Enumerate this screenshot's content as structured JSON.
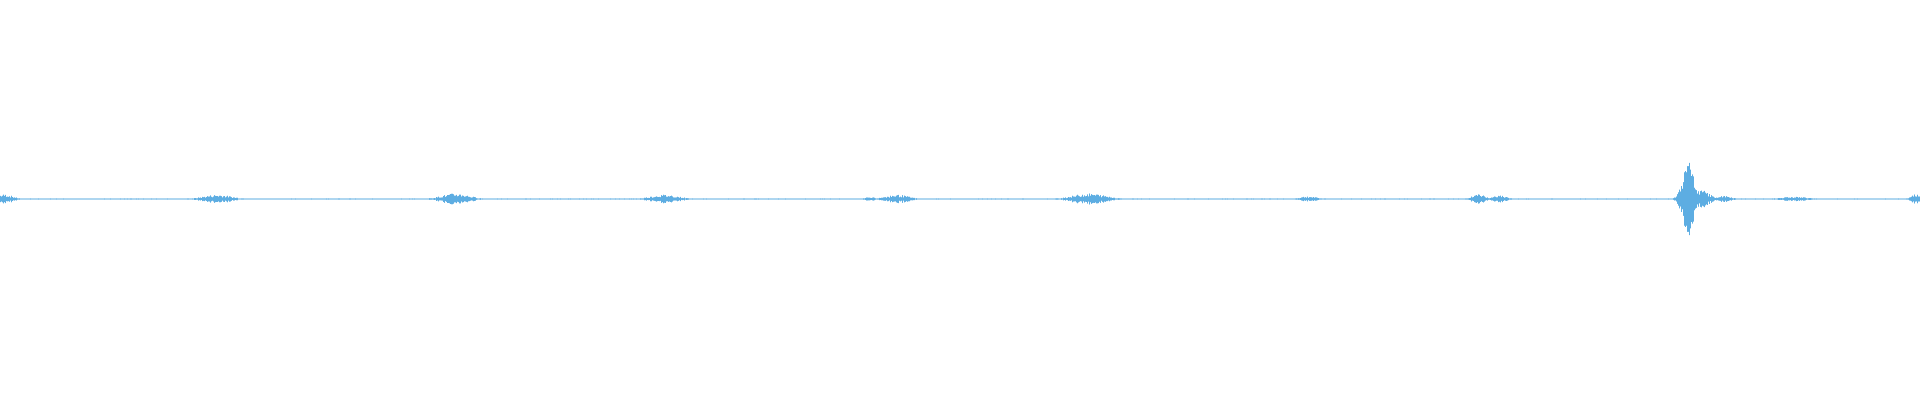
{
  "waveform": {
    "color": "#5dade2",
    "baseline_amplitude": 0.012,
    "duration_fraction_events": [
      {
        "t": 0.002,
        "amplitude": 0.12,
        "spread": 0.006
      },
      {
        "t": 0.113,
        "amplitude": 0.11,
        "spread": 0.01
      },
      {
        "t": 0.237,
        "amplitude": 0.14,
        "spread": 0.01
      },
      {
        "t": 0.346,
        "amplitude": 0.11,
        "spread": 0.01
      },
      {
        "t": 0.453,
        "amplitude": 0.05,
        "spread": 0.004
      },
      {
        "t": 0.467,
        "amplitude": 0.11,
        "spread": 0.008
      },
      {
        "t": 0.567,
        "amplitude": 0.14,
        "spread": 0.012
      },
      {
        "t": 0.681,
        "amplitude": 0.07,
        "spread": 0.006
      },
      {
        "t": 0.77,
        "amplitude": 0.12,
        "spread": 0.005
      },
      {
        "t": 0.781,
        "amplitude": 0.09,
        "spread": 0.005
      },
      {
        "t": 0.879,
        "amplitude": 1.0,
        "spread": 0.004
      },
      {
        "t": 0.886,
        "amplitude": 0.22,
        "spread": 0.006
      },
      {
        "t": 0.898,
        "amplitude": 0.08,
        "spread": 0.005
      },
      {
        "t": 0.934,
        "amplitude": 0.06,
        "spread": 0.01
      },
      {
        "t": 0.998,
        "amplitude": 0.14,
        "spread": 0.004
      }
    ]
  }
}
